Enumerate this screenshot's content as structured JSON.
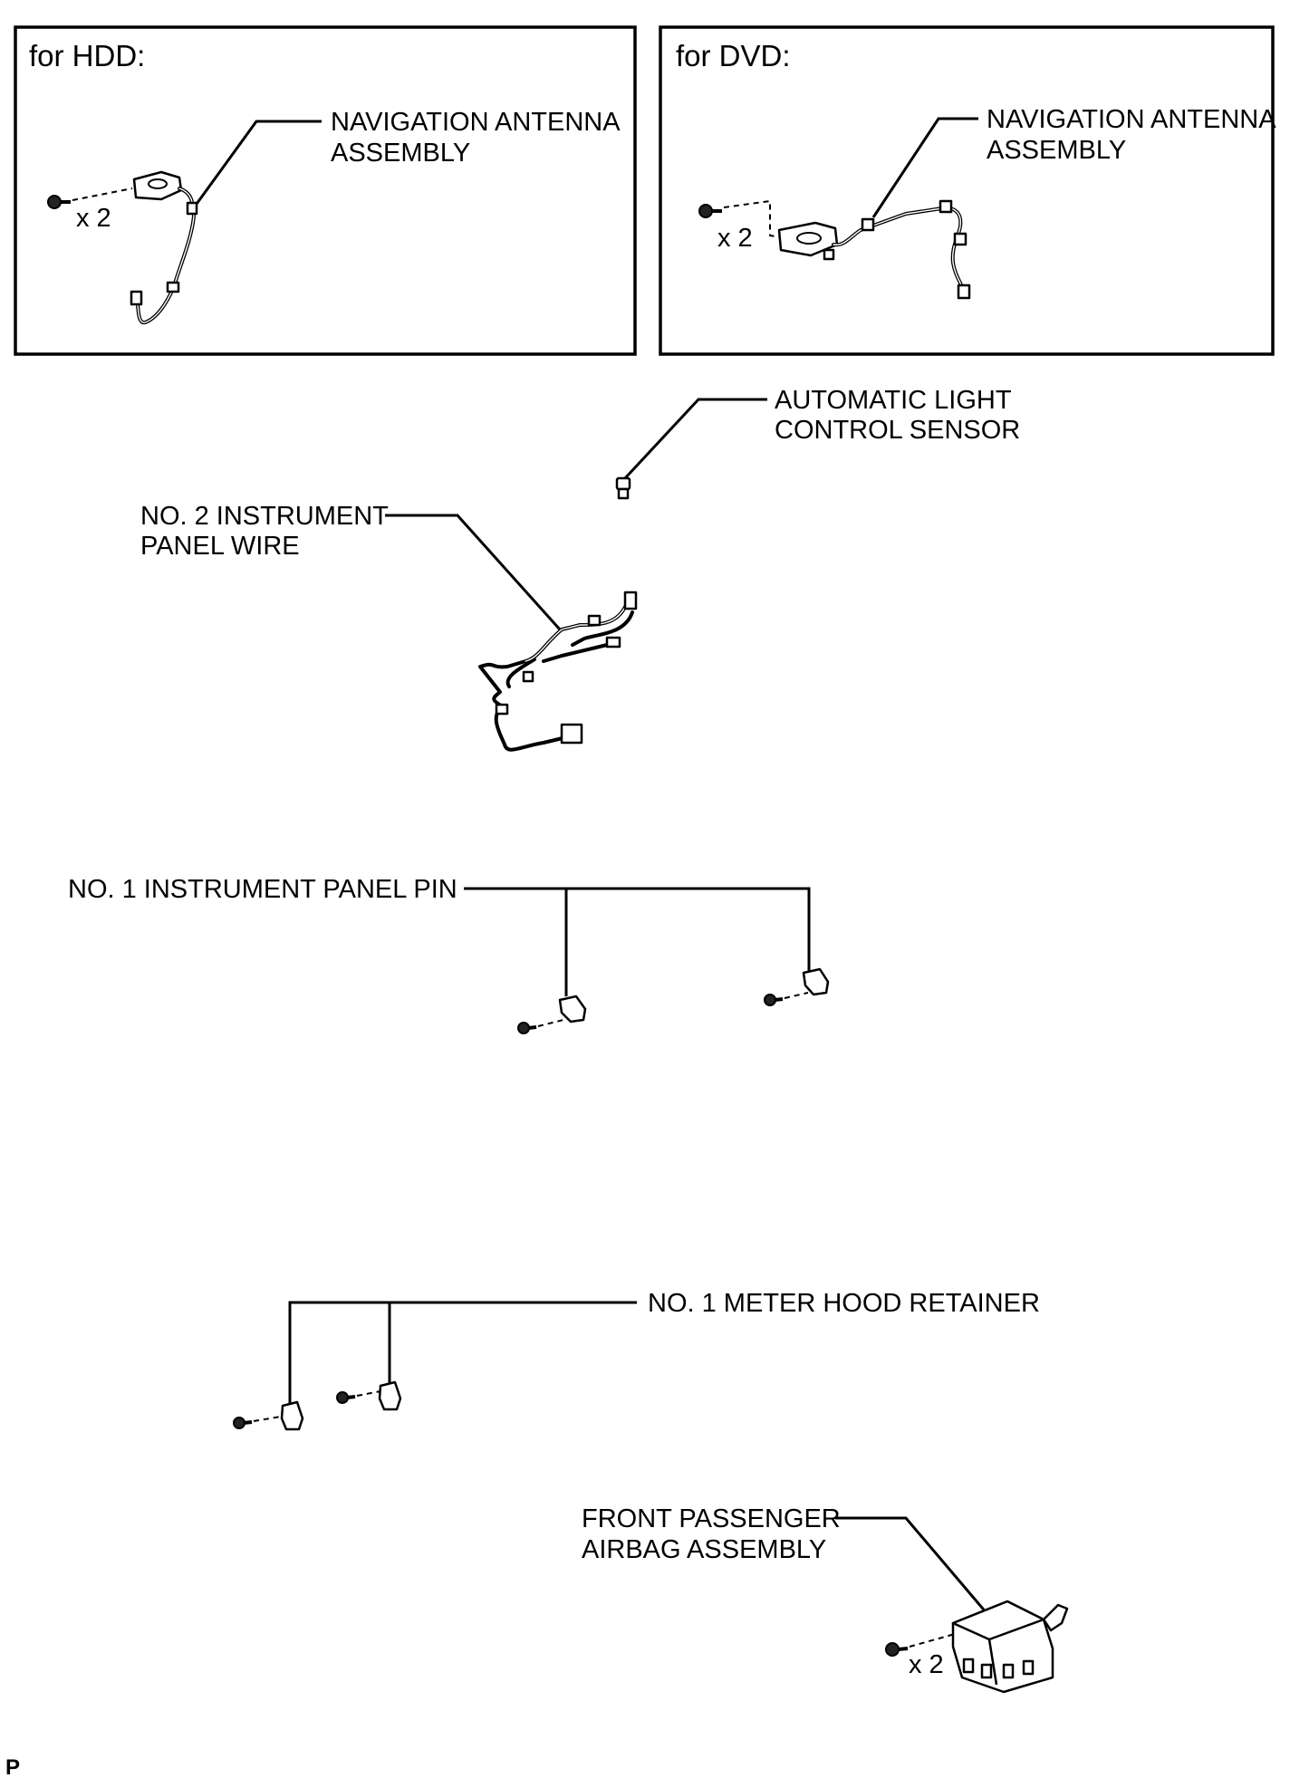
{
  "hdd_panel": {
    "title": "for HDD:",
    "antenna_label": [
      "NAVIGATION ANTENNA",
      "ASSEMBLY"
    ],
    "qty": "x 2"
  },
  "dvd_panel": {
    "title": "for DVD:",
    "antenna_label": [
      "NAVIGATION ANTENNA",
      "ASSEMBLY"
    ],
    "qty": "x 2"
  },
  "parts": {
    "light_sensor": [
      "AUTOMATIC LIGHT",
      "CONTROL SENSOR"
    ],
    "panel_wire": [
      "NO. 2 INSTRUMENT",
      "PANEL WIRE"
    ],
    "panel_pin": "NO. 1 INSTRUMENT PANEL PIN",
    "hood_retainer": "NO. 1 METER HOOD RETAINER",
    "airbag": [
      "FRONT PASSENGER",
      "AIRBAG ASSEMBLY"
    ],
    "airbag_qty": "x 2"
  },
  "corner_mark": "P"
}
